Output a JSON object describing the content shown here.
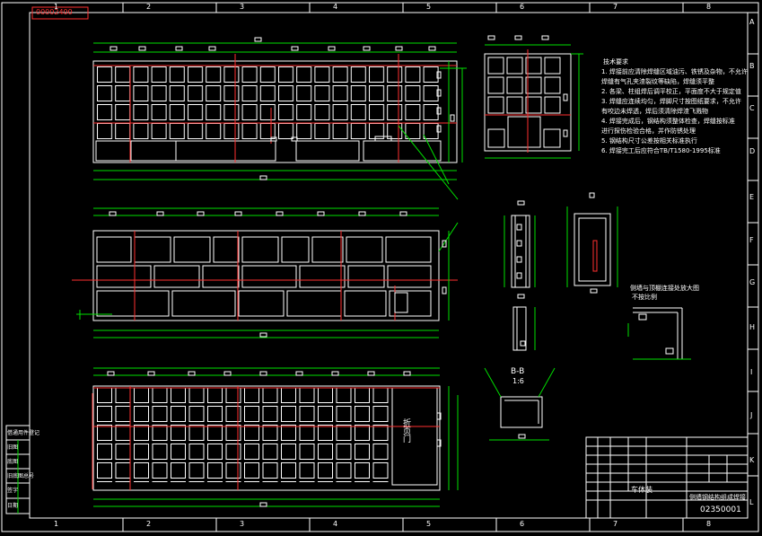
{
  "drawing": {
    "stamp": "00002400",
    "drawing_number": "02350001",
    "title_cell": "车体装",
    "subtitle_cell": "侧墙钢结构组成焊接",
    "section_label": "B-B",
    "section_scale": "1:6",
    "door_label": "折页门",
    "detail_note_1": "侧墙与顶棚连接处放大图",
    "detail_note_2": "不按比例"
  },
  "border": {
    "columns": [
      "1",
      "2",
      "3",
      "4",
      "5",
      "6",
      "7",
      "8"
    ],
    "rows": [
      "A",
      "B",
      "C",
      "D",
      "E",
      "F",
      "G",
      "H",
      "I",
      "J",
      "K",
      "L"
    ]
  },
  "left_table": {
    "rows": [
      "借通用件登记",
      "旧图",
      "底图",
      "旧底图总号",
      "签字",
      "日期"
    ]
  },
  "notes": {
    "heading": "技术要求",
    "lines": [
      "1. 焊接前应清除焊缝区域油污、铁锈及杂物，不允许",
      "   焊缝有气孔夹渣裂纹等缺陷，焊缝须平整",
      "2. 各梁、柱组焊后调平校正，平面度不大于规定值",
      "3. 焊缝应连续均匀，焊脚尺寸按图纸要求，不允许",
      "   有咬边未焊透，焊后须清除焊渣飞溅物",
      "4. 焊接完成后，钢结构须整体检查，焊缝按标准",
      "   进行探伤检验合格，并作防锈处理",
      "5. 钢结构尺寸公差按相关标准执行",
      "6. 焊接完工后应符合TB/T1580-1995标准"
    ]
  }
}
